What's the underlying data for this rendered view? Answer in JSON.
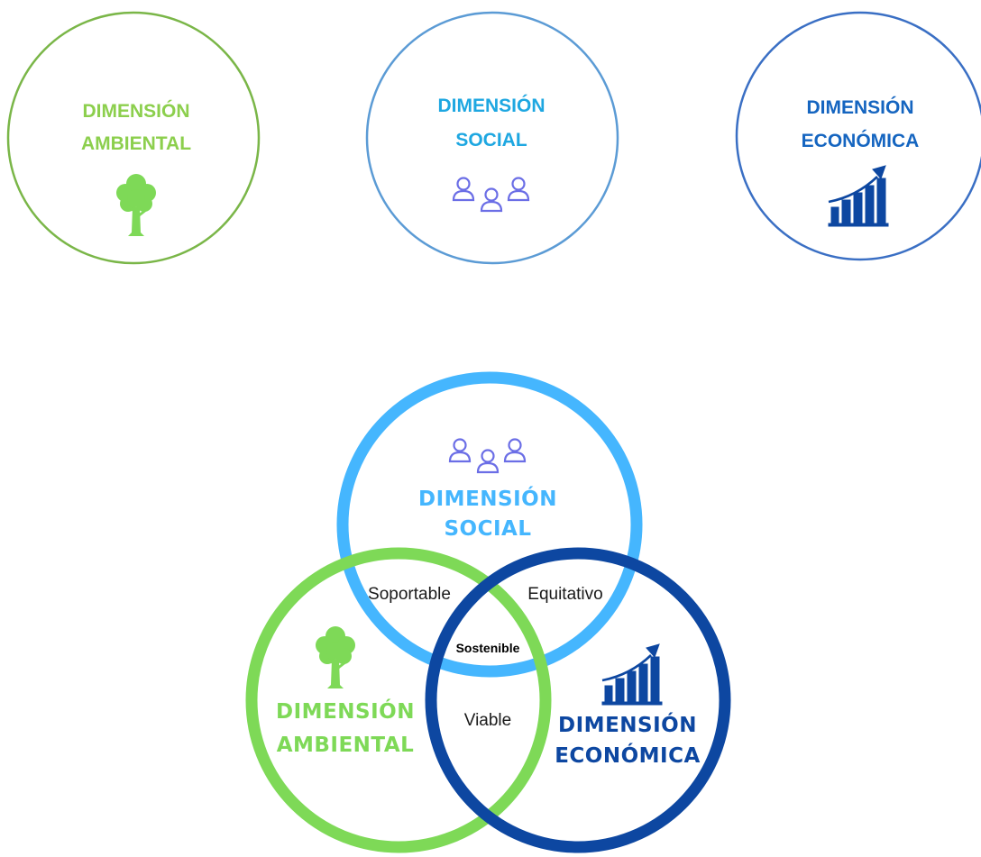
{
  "colors": {
    "ambiental_outline": "#7ab648",
    "ambiental_text": "#8ccf4d",
    "ambiental_icon": "#7ed957",
    "social_outline": "#5b9bd5",
    "social_text": "#1ea7e1",
    "social_icon": "#6b6ee6",
    "economica_outline": "#3a6fc4",
    "economica_text": "#1565c0",
    "economica_icon": "#0d47a1",
    "venn_social": "#45b6fe",
    "venn_ambiental": "#7ed957",
    "venn_economica": "#0d47a1"
  },
  "top": {
    "ambiental": {
      "line1": "DIMENSIÓN",
      "line2": "AMBIENTAL",
      "icon": "tree-icon"
    },
    "social": {
      "line1": "DIMENSIÓN",
      "line2": "SOCIAL",
      "icon": "people-icon"
    },
    "economica": {
      "line1": "DIMENSIÓN",
      "line2": "ECONÓMICA",
      "icon": "growth-chart-icon"
    }
  },
  "venn": {
    "social": {
      "line1": "DIMENSIÓN",
      "line2": "SOCIAL"
    },
    "ambiental": {
      "line1": "DIMENSIÓN",
      "line2": "AMBIENTAL"
    },
    "economica": {
      "line1": "DIMENSIÓN",
      "line2": "ECONÓMICA"
    },
    "overlaps": {
      "social_ambiental": "Soportable",
      "social_economica": "Equitativo",
      "ambiental_economica": "Viable",
      "center": "Sostenible"
    }
  }
}
